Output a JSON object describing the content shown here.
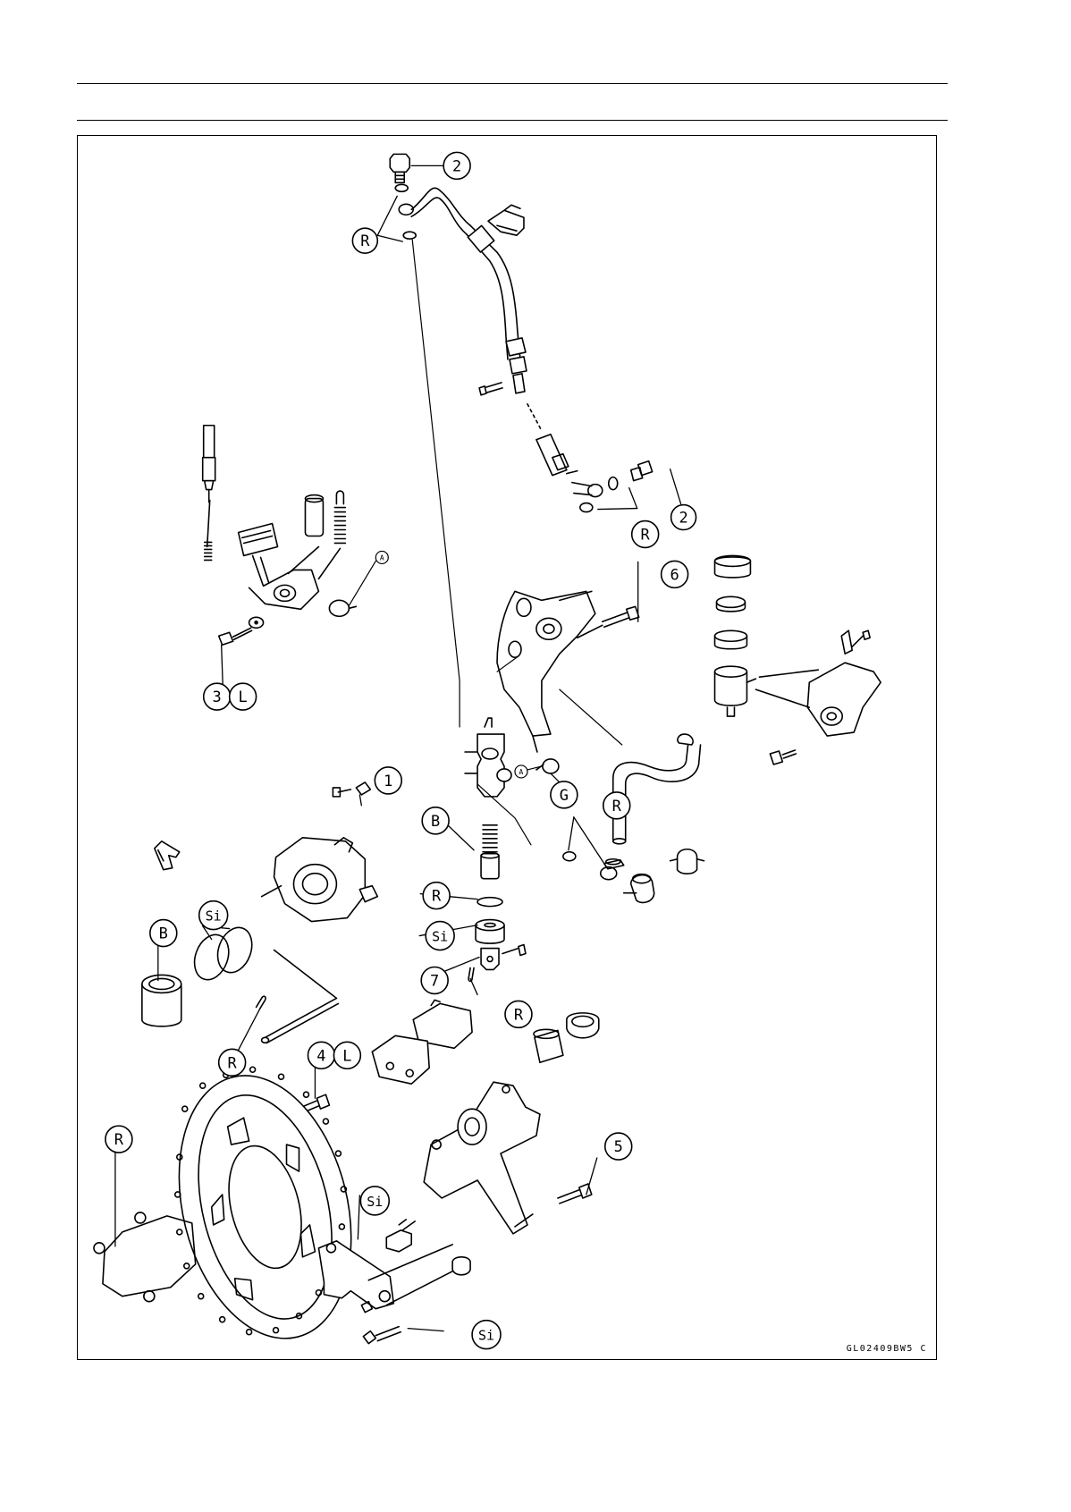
{
  "figure_code": "GL02409BW5 C",
  "callouts": [
    {
      "id": "c2a",
      "glyphs": [
        "2"
      ]
    },
    {
      "id": "cRa",
      "glyphs": [
        "R"
      ]
    },
    {
      "id": "c2b",
      "glyphs": [
        "2"
      ]
    },
    {
      "id": "cRb",
      "glyphs": [
        "R"
      ]
    },
    {
      "id": "c6",
      "glyphs": [
        "6"
      ]
    },
    {
      "id": "c3L",
      "glyphs": [
        "3",
        "L"
      ]
    },
    {
      "id": "cG",
      "glyphs": [
        "G"
      ]
    },
    {
      "id": "c1",
      "glyphs": [
        "1"
      ]
    },
    {
      "id": "cBa",
      "glyphs": [
        "B"
      ]
    },
    {
      "id": "cRc",
      "glyphs": [
        "R"
      ]
    },
    {
      "id": "cRd",
      "glyphs": [
        "R"
      ]
    },
    {
      "id": "cSia",
      "glyphs": [
        "Si"
      ]
    },
    {
      "id": "cBb",
      "glyphs": [
        "B"
      ]
    },
    {
      "id": "cSib",
      "glyphs": [
        "Si"
      ]
    },
    {
      "id": "c7",
      "glyphs": [
        "7"
      ]
    },
    {
      "id": "cRe",
      "glyphs": [
        "R"
      ]
    },
    {
      "id": "cRf",
      "glyphs": [
        "R"
      ]
    },
    {
      "id": "c4L",
      "glyphs": [
        "4",
        "L"
      ]
    },
    {
      "id": "cRg",
      "glyphs": [
        "R"
      ]
    },
    {
      "id": "c5",
      "glyphs": [
        "5"
      ]
    },
    {
      "id": "cSic",
      "glyphs": [
        "Si"
      ]
    },
    {
      "id": "cSid",
      "glyphs": [
        "Si"
      ]
    }
  ],
  "marks": [
    {
      "id": "mAa",
      "text": "A"
    },
    {
      "id": "mAb",
      "text": "A"
    }
  ]
}
